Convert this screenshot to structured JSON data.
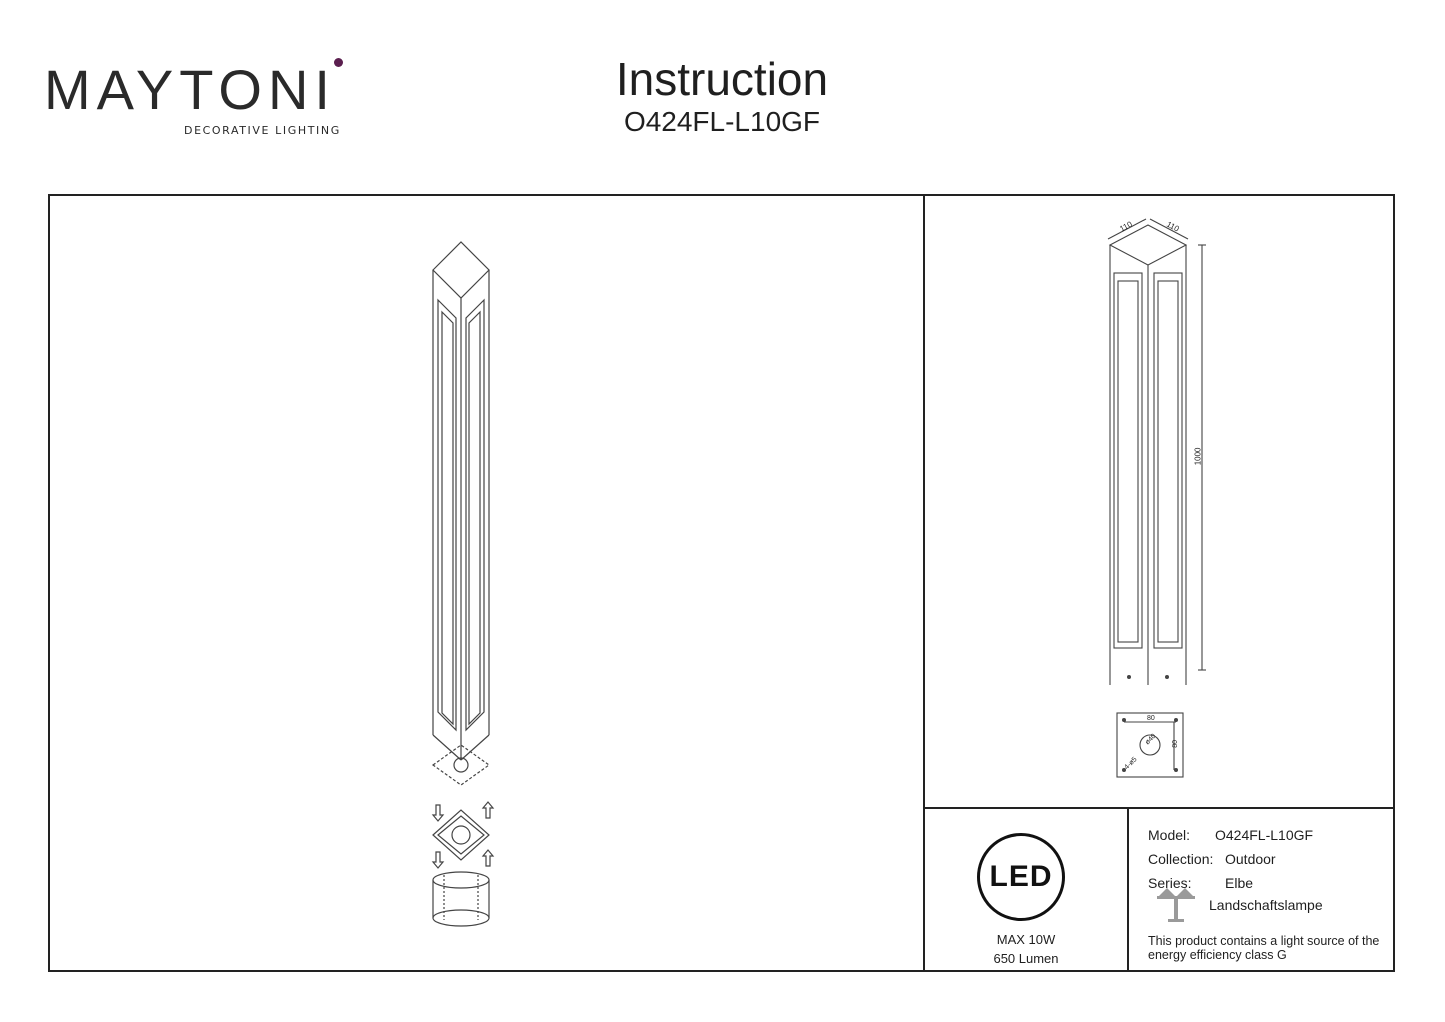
{
  "brand": {
    "name": "MAYTONI",
    "tagline": "DECORATIVE LIGHTING",
    "accent_color": "#5b1f4f"
  },
  "header": {
    "title": "Instruction",
    "model_code": "O424FL-L10GF"
  },
  "drawing": {
    "dim_top_left": "110",
    "dim_top_right": "110",
    "dim_height": "1000",
    "base_dim_width": "80",
    "base_dim_height": "80",
    "base_hole": "ø40",
    "base_screws": "4-ø5"
  },
  "specs": {
    "led_badge": "LED",
    "power": "MAX 10W",
    "lumen": "650 Lumen",
    "model_label": "Model:",
    "model_value": "O424FL-L10GF",
    "collection_label": "Collection:",
    "collection_value": "Outdoor",
    "series_label": "Series:",
    "series_value": "Elbe",
    "type_value": "Landschaftslampe",
    "type_icon": "bollard-lamp-icon",
    "energy_note_line1": "This product contains a light source of the",
    "energy_note_line2": "energy efficiency class G"
  }
}
